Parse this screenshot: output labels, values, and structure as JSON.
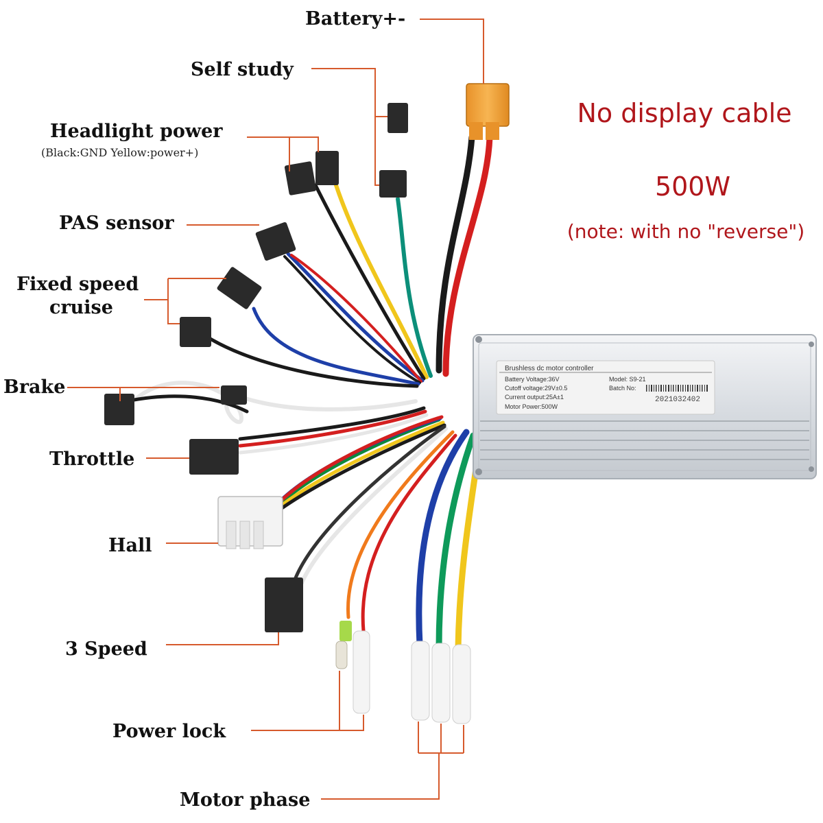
{
  "labels": {
    "battery": "Battery+-",
    "self_study": "Self study",
    "headlight": "Headlight power",
    "headlight_note": "(Black:GND Yellow:power+)",
    "pas": "PAS sensor",
    "cruise_1": "Fixed speed",
    "cruise_2": "cruise",
    "brake": "Brake",
    "throttle": "Throttle",
    "hall": "Hall",
    "speed3": "3 Speed",
    "power_lock": "Power lock",
    "motor_phase": "Motor phase"
  },
  "notes": {
    "no_display": "No display cable",
    "power": "500W",
    "reverse": "(note: with no \"reverse\")"
  },
  "plate": {
    "title": "Brushless dc motor controller",
    "battery_voltage": "Battery Voltage:36V",
    "cutoff_voltage": "Cutoff voltage:29V±0.5",
    "current_output": "Current output:25A±1",
    "motor_power": "Motor Power:500W",
    "model": "Model:  S9-21",
    "batch": "Batch No:",
    "serial": "2021032402"
  },
  "colors": {
    "leader": "#d65a2c",
    "note_red": "#b0161b",
    "xt_connector": "#f2a33a"
  }
}
